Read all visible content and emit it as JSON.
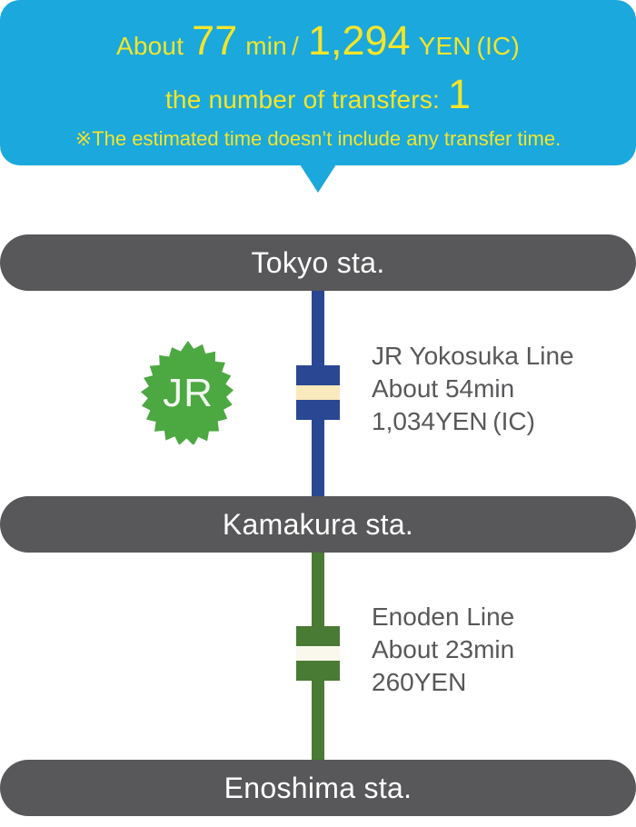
{
  "summary": {
    "about_label": "About",
    "total_minutes": "77",
    "minutes_unit": "min",
    "separator": "/",
    "total_fare": "1,294",
    "fare_unit": "YEN (IC)",
    "transfers_label": "the number of transfers:",
    "transfers_count": "1",
    "note": "※The estimated time doesn’t include any transfer time."
  },
  "stations": [
    {
      "name": "Tokyo sta."
    },
    {
      "name": "Kamakura sta."
    },
    {
      "name": "Enoshima sta."
    }
  ],
  "legs": [
    {
      "line_name": "JR Yokosuka Line",
      "duration": "About 54min",
      "fare": "1,034YEN (IC)",
      "operator_badge": "JR",
      "color": "#2A4793",
      "band_color": "#FBE9BE"
    },
    {
      "line_name": "Enoden Line",
      "duration": "About 23min",
      "fare": "260YEN",
      "color": "#4A7B34",
      "band_color": "#FAF7EC"
    }
  ],
  "colors": {
    "bubble_bg": "#1BA8DC",
    "bubble_text": "#F5E528",
    "station_bar": "#58585A",
    "station_text": "#FFFFFF",
    "body_text": "#58585A",
    "jr_badge_green": "#4CA841"
  }
}
